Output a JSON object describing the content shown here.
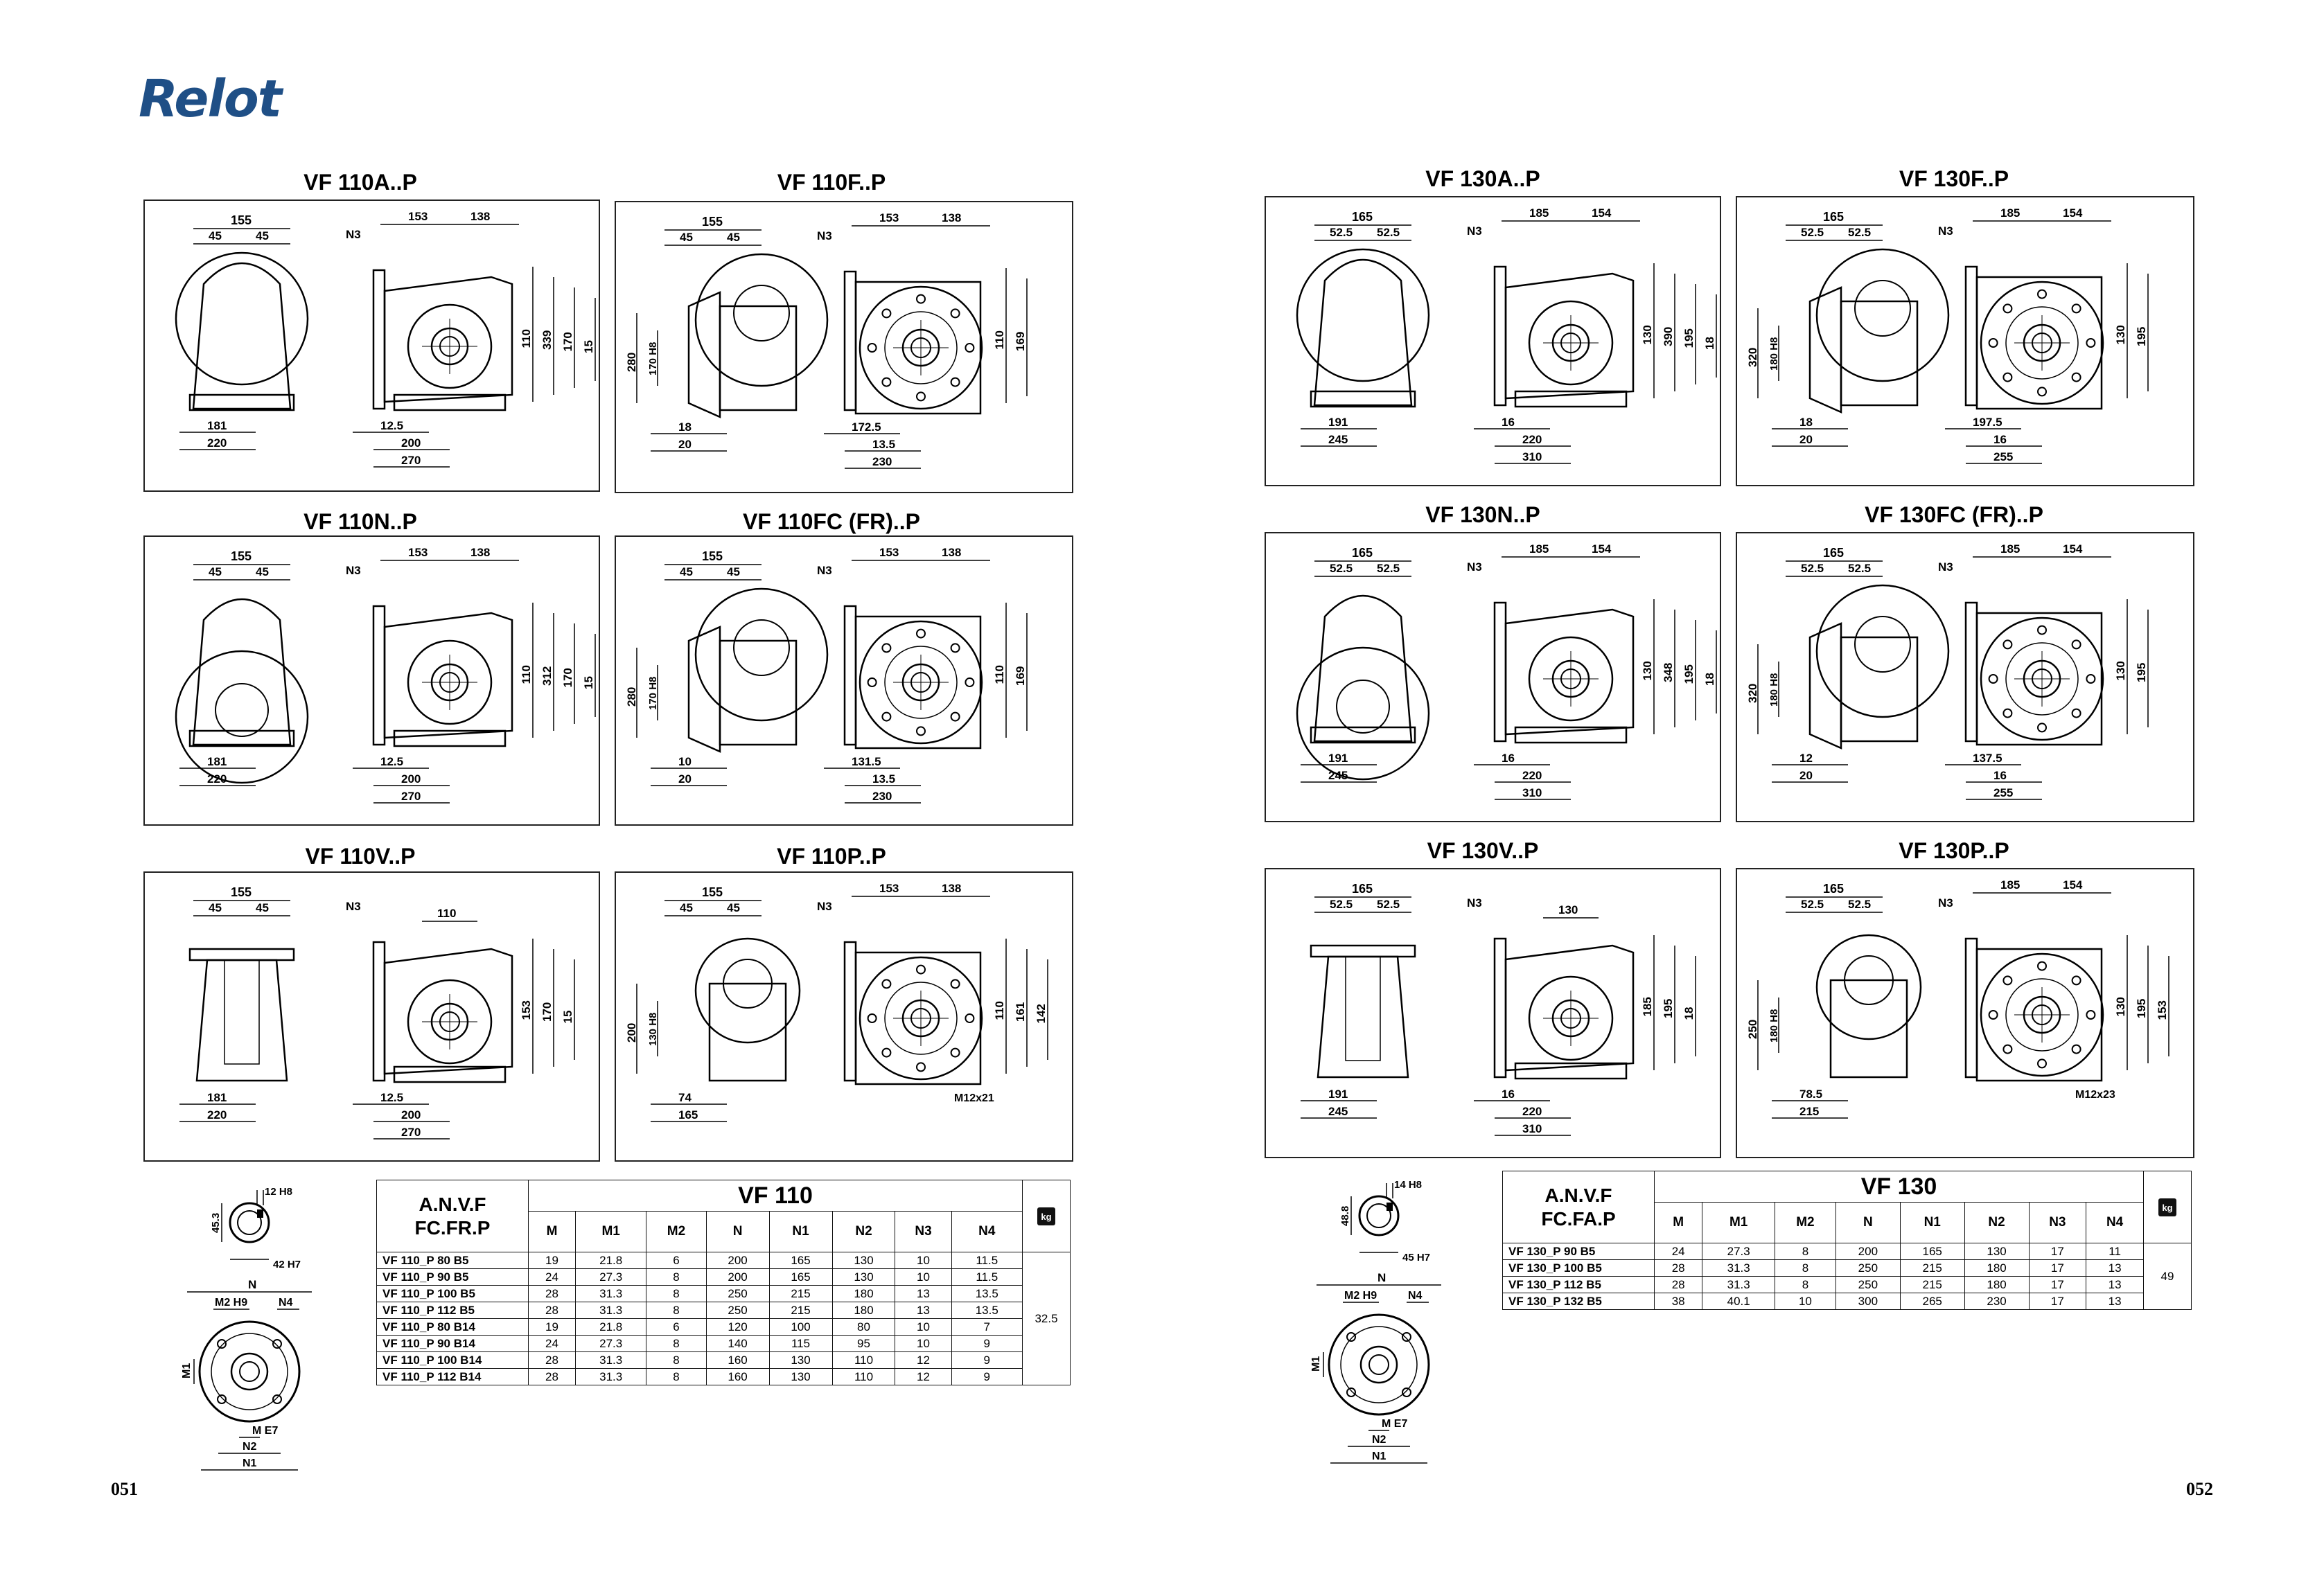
{
  "brand": {
    "logo_text": "Relot",
    "color": "#1f4f86",
    "accent": "#c4212b"
  },
  "pages": {
    "left": "051",
    "right": "052"
  },
  "sections": [
    {
      "id": "vf110a",
      "title": "VF 110A..P"
    },
    {
      "id": "vf110f",
      "title": "VF 110F..P"
    },
    {
      "id": "vf110n",
      "title": "VF 110N..P"
    },
    {
      "id": "vf110fc",
      "title": "VF 110FC (FR)..P"
    },
    {
      "id": "vf110v",
      "title": "VF 110V..P"
    },
    {
      "id": "vf110p",
      "title": "VF 110P..P"
    },
    {
      "id": "vf130a",
      "title": "VF 130A..P"
    },
    {
      "id": "vf130f",
      "title": "VF 130F..P"
    },
    {
      "id": "vf130n",
      "title": "VF 130N..P"
    },
    {
      "id": "vf130fc",
      "title": "VF 130FC (FR)..P"
    },
    {
      "id": "vf130v",
      "title": "VF 130V..P"
    },
    {
      "id": "vf130p",
      "title": "VF 130P..P"
    }
  ],
  "dims": {
    "vf110a": {
      "top": [
        "155",
        "45",
        "45",
        "153",
        "138"
      ],
      "n3": "N3",
      "side": [
        "110",
        "339",
        "170",
        "15"
      ],
      "bottom": [
        "181",
        "220",
        "12.5",
        "200",
        "270"
      ]
    },
    "vf110f": {
      "top": [
        "155",
        "45",
        "45",
        "153",
        "138"
      ],
      "n3": "N3",
      "left": [
        "280",
        "170 H8"
      ],
      "side": [
        "110",
        "169"
      ],
      "bottom": [
        "18",
        "20",
        "172.5",
        "13.5",
        "230"
      ]
    },
    "vf110n": {
      "top": [
        "155",
        "45",
        "45",
        "153",
        "138"
      ],
      "n3": "N3",
      "side": [
        "110",
        "312",
        "170",
        "15"
      ],
      "bottom": [
        "181",
        "220",
        "12.5",
        "200",
        "270"
      ]
    },
    "vf110fc": {
      "top": [
        "155",
        "45",
        "45",
        "153",
        "138"
      ],
      "n3": "N3",
      "left": [
        "280",
        "170 H8"
      ],
      "side": [
        "110",
        "169"
      ],
      "bottom": [
        "10",
        "20",
        "131.5",
        "13.5",
        "230"
      ]
    },
    "vf110v": {
      "top": [
        "155",
        "45",
        "45",
        "110"
      ],
      "n3": "N3",
      "side": [
        "153",
        "170",
        "15"
      ],
      "bottom": [
        "181",
        "220",
        "12.5",
        "200",
        "270"
      ]
    },
    "vf110p": {
      "top": [
        "155",
        "45",
        "45",
        "153",
        "138"
      ],
      "n3": "N3",
      "left": [
        "200",
        "130 H8"
      ],
      "side": [
        "110",
        "161",
        "142"
      ],
      "bottom": [
        "74",
        "165"
      ],
      "thread": "M12x21"
    },
    "vf130a": {
      "top": [
        "165",
        "52.5",
        "52.5",
        "185",
        "154"
      ],
      "n3": "N3",
      "side": [
        "130",
        "390",
        "195",
        "18"
      ],
      "bottom": [
        "191",
        "245",
        "16",
        "220",
        "310"
      ]
    },
    "vf130f": {
      "top": [
        "165",
        "52.5",
        "52.5",
        "185",
        "154"
      ],
      "n3": "N3",
      "left": [
        "320",
        "180 H8"
      ],
      "side": [
        "130",
        "195"
      ],
      "bottom": [
        "18",
        "20",
        "197.5",
        "16",
        "255"
      ]
    },
    "vf130n": {
      "top": [
        "165",
        "52.5",
        "52.5",
        "185",
        "154"
      ],
      "n3": "N3",
      "side": [
        "130",
        "348",
        "195",
        "18"
      ],
      "bottom": [
        "191",
        "245",
        "16",
        "220",
        "310"
      ]
    },
    "vf130fc": {
      "top": [
        "165",
        "52.5",
        "52.5",
        "185",
        "154"
      ],
      "n3": "N3",
      "left": [
        "320",
        "180 H8"
      ],
      "side": [
        "130",
        "195"
      ],
      "bottom": [
        "12",
        "20",
        "137.5",
        "16",
        "255"
      ]
    },
    "vf130v": {
      "top": [
        "165",
        "52.5",
        "52.5",
        "130"
      ],
      "n3": "N3",
      "side": [
        "185",
        "195",
        "18"
      ],
      "bottom": [
        "191",
        "245",
        "16",
        "220",
        "310"
      ]
    },
    "vf130p": {
      "top": [
        "165",
        "52.5",
        "52.5",
        "185",
        "154"
      ],
      "n3": "N3",
      "left": [
        "250",
        "180 H8"
      ],
      "side": [
        "130",
        "195",
        "153"
      ],
      "bottom": [
        "78.5",
        "215"
      ],
      "thread": "M12x23"
    }
  },
  "shaft_110": {
    "key": "12 H8",
    "height": "45.3",
    "bore": "42 H7"
  },
  "shaft_130": {
    "key": "14 H8",
    "height": "48.8",
    "bore": "45 H7"
  },
  "flange_labels": {
    "N": "N",
    "M2": "M2 H9",
    "N4": "N4",
    "M1": "M1",
    "M": "M E7",
    "N2": "N2",
    "N1": "N1"
  },
  "table_110": {
    "header_left": "A.N.V.F FC.FR.P",
    "header_left_lines": [
      "A.N.V.F",
      "FC.FR.P"
    ],
    "series": "VF 110",
    "columns": [
      "M",
      "M1",
      "M2",
      "N",
      "N1",
      "N2",
      "N3",
      "N4"
    ],
    "kg_icon": "kg",
    "rows": [
      [
        "VF 110_P 80 B5",
        "19",
        "21.8",
        "6",
        "200",
        "165",
        "130",
        "10",
        "11.5"
      ],
      [
        "VF 110_P 90 B5",
        "24",
        "27.3",
        "8",
        "200",
        "165",
        "130",
        "10",
        "11.5"
      ],
      [
        "VF 110_P 100 B5",
        "28",
        "31.3",
        "8",
        "250",
        "215",
        "180",
        "13",
        "13.5"
      ],
      [
        "VF 110_P 112 B5",
        "28",
        "31.3",
        "8",
        "250",
        "215",
        "180",
        "13",
        "13.5"
      ],
      [
        "VF 110_P 80 B14",
        "19",
        "21.8",
        "6",
        "120",
        "100",
        "80",
        "10",
        "7"
      ],
      [
        "VF 110_P 90 B14",
        "24",
        "27.3",
        "8",
        "140",
        "115",
        "95",
        "10",
        "9"
      ],
      [
        "VF 110_P 100 B14",
        "28",
        "31.3",
        "8",
        "160",
        "130",
        "110",
        "12",
        "9"
      ],
      [
        "VF 110_P 112 B14",
        "28",
        "31.3",
        "8",
        "160",
        "130",
        "110",
        "12",
        "9"
      ]
    ],
    "weight": "32.5"
  },
  "table_130": {
    "header_left": "A.N.V.F FC.FA.P",
    "header_left_lines": [
      "A.N.V.F",
      "FC.FA.P"
    ],
    "series": "VF 130",
    "columns": [
      "M",
      "M1",
      "M2",
      "N",
      "N1",
      "N2",
      "N3",
      "N4"
    ],
    "kg_icon": "kg",
    "rows": [
      [
        "VF 130_P 90 B5",
        "24",
        "27.3",
        "8",
        "200",
        "165",
        "130",
        "17",
        "11"
      ],
      [
        "VF 130_P 100 B5",
        "28",
        "31.3",
        "8",
        "250",
        "215",
        "180",
        "17",
        "13"
      ],
      [
        "VF 130_P 112 B5",
        "28",
        "31.3",
        "8",
        "250",
        "215",
        "180",
        "17",
        "13"
      ],
      [
        "VF 130_P 132 B5",
        "38",
        "40.1",
        "10",
        "300",
        "265",
        "230",
        "17",
        "13"
      ]
    ],
    "weight": "49"
  }
}
